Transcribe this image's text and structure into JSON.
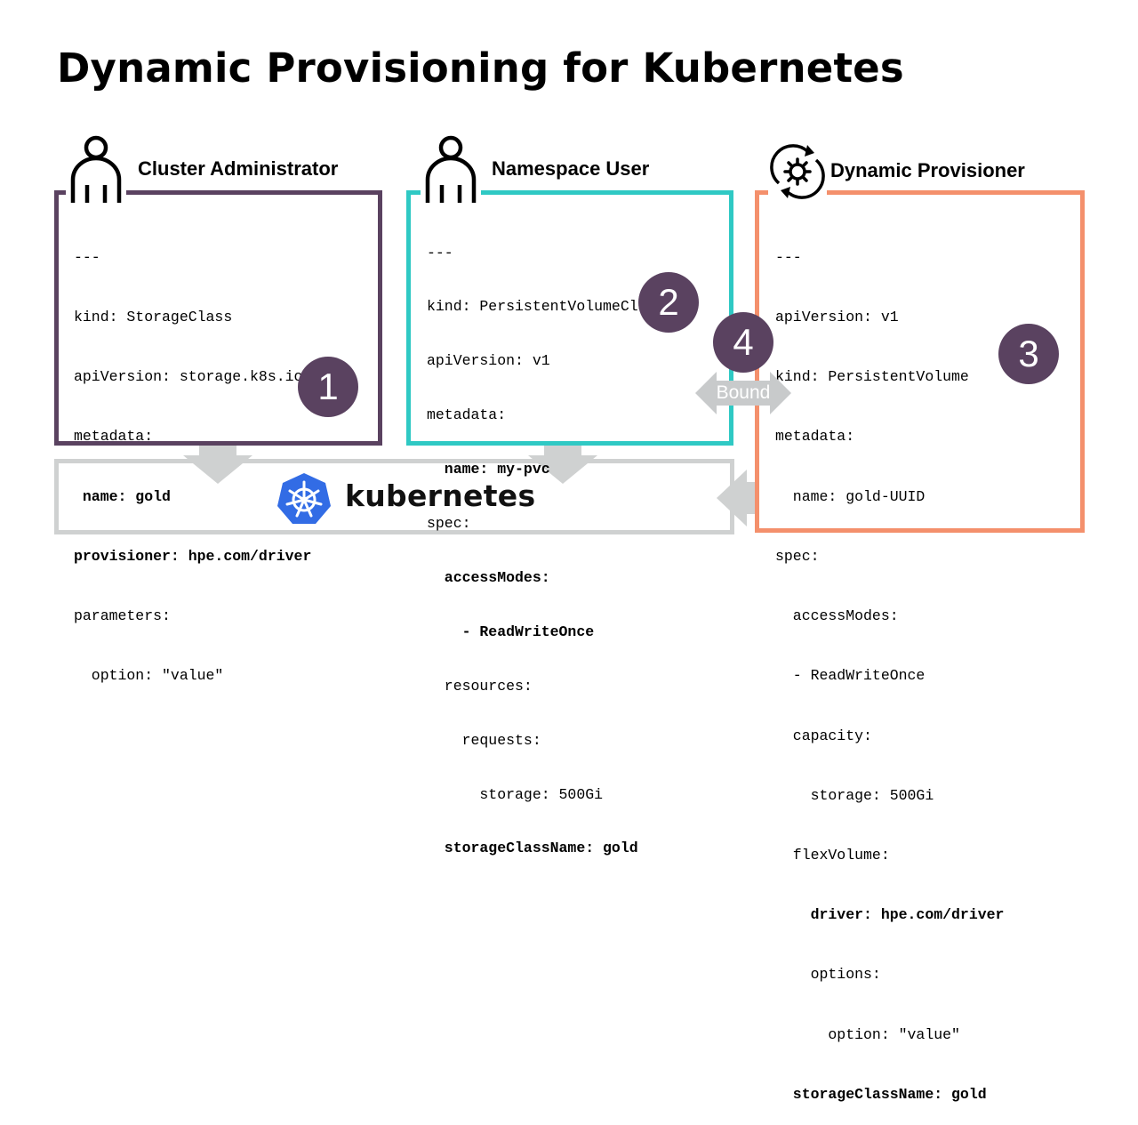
{
  "title": "Dynamic Provisioning for Kubernetes",
  "panels": [
    {
      "header": "Cluster Administrator",
      "icon": "user-icon",
      "accent": "#5a4260",
      "badge": "1",
      "lines": [
        {
          "text": "---",
          "bold": false
        },
        {
          "text": "kind: StorageClass",
          "bold": false
        },
        {
          "text": "apiVersion: storage.k8s.io/v1",
          "bold": false
        },
        {
          "text": "metadata:",
          "bold": false
        },
        {
          "text": " name: gold",
          "bold": true
        },
        {
          "text": "provisioner: hpe.com/driver",
          "bold": true
        },
        {
          "text": "parameters:",
          "bold": false
        },
        {
          "text": "  option: \"value\"",
          "bold": false
        }
      ]
    },
    {
      "header": "Namespace User",
      "icon": "user-icon",
      "accent": "#2fc9c4",
      "badge": "2",
      "lines": [
        {
          "text": "---",
          "bold": false
        },
        {
          "text": "kind: PersistentVolumeClaim",
          "bold": false
        },
        {
          "text": "apiVersion: v1",
          "bold": false
        },
        {
          "text": "metadata:",
          "bold": false
        },
        {
          "text": "  name: my-pvc",
          "bold": true
        },
        {
          "text": "spec:",
          "bold": false
        },
        {
          "text": "  accessModes:",
          "bold": true
        },
        {
          "text": "    - ReadWriteOnce",
          "bold": true
        },
        {
          "text": "  resources:",
          "bold": false
        },
        {
          "text": "    requests:",
          "bold": false
        },
        {
          "text": "      storage: 500Gi",
          "bold": false
        },
        {
          "text": "  storageClassName: gold",
          "bold": true
        }
      ]
    },
    {
      "header": "Dynamic Provisioner",
      "icon": "sync-gear-icon",
      "accent": "#f4906c",
      "badge": "3",
      "lines": [
        {
          "text": "---",
          "bold": false
        },
        {
          "text": "apiVersion: v1",
          "bold": false
        },
        {
          "text": "kind: PersistentVolume",
          "bold": false
        },
        {
          "text": "metadata:",
          "bold": false
        },
        {
          "text": "  name: gold-UUID",
          "bold": false
        },
        {
          "text": "spec:",
          "bold": false
        },
        {
          "text": "  accessModes:",
          "bold": false
        },
        {
          "text": "  - ReadWriteOnce",
          "bold": false
        },
        {
          "text": "  capacity:",
          "bold": false
        },
        {
          "text": "    storage: 500Gi",
          "bold": false
        },
        {
          "text": "  flexVolume:",
          "bold": false
        },
        {
          "text": "    driver: hpe.com/driver",
          "bold": true
        },
        {
          "text": "    options:",
          "bold": false
        },
        {
          "text": "      option: \"value\"",
          "bold": false
        },
        {
          "text": "  storageClassName: gold",
          "bold": true
        }
      ]
    }
  ],
  "bound": {
    "badge": "4",
    "label": "Bound",
    "color": "#c8cacb"
  },
  "kubernetes": {
    "label": "kubernetes",
    "logo_color": "#326ce5",
    "box_color": "#cfd1d1"
  }
}
